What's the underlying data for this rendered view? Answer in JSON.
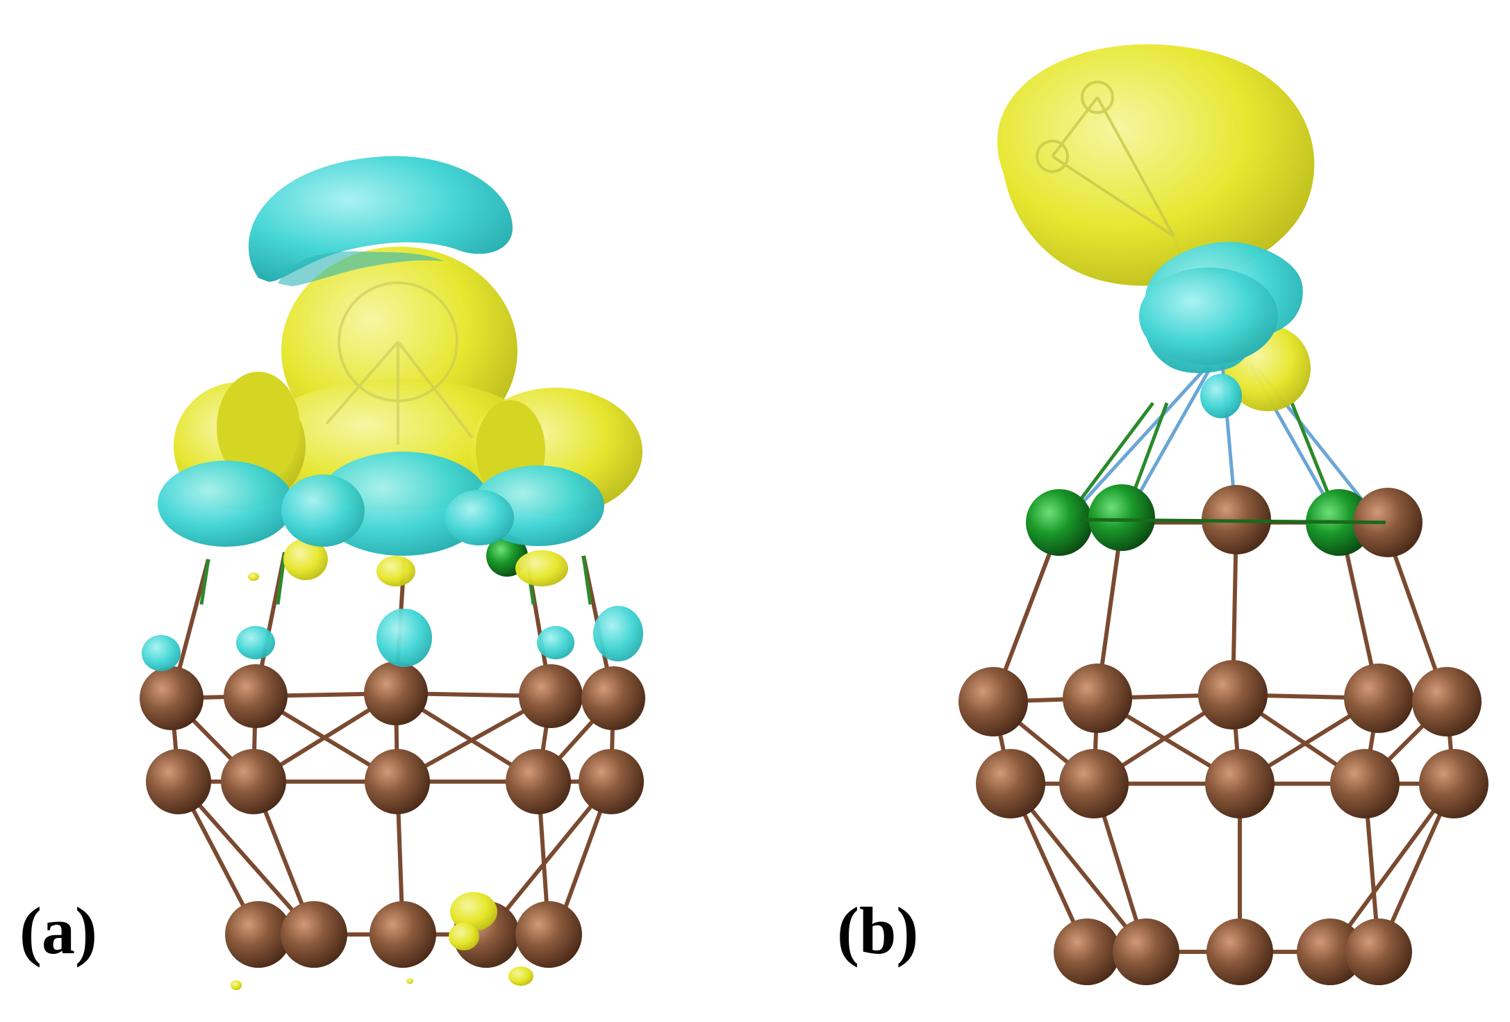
{
  "panels": [
    {
      "id": "a",
      "label": "(a)"
    },
    {
      "id": "b",
      "label": "(b)"
    }
  ],
  "colors": {
    "carbon_atom": "#8b5a3c",
    "bond": "#7a4a30",
    "dopant_atom": "#1a9a2a",
    "dopant_bond": "#2a8a2a",
    "isosurface_positive": "#e6e62a",
    "isosurface_negative": "#3fd4d4",
    "ligand_bond": "#6aa6d6",
    "background": "#ffffff"
  },
  "icons": {
    "atom": "sphere",
    "isosurface": "blob"
  }
}
